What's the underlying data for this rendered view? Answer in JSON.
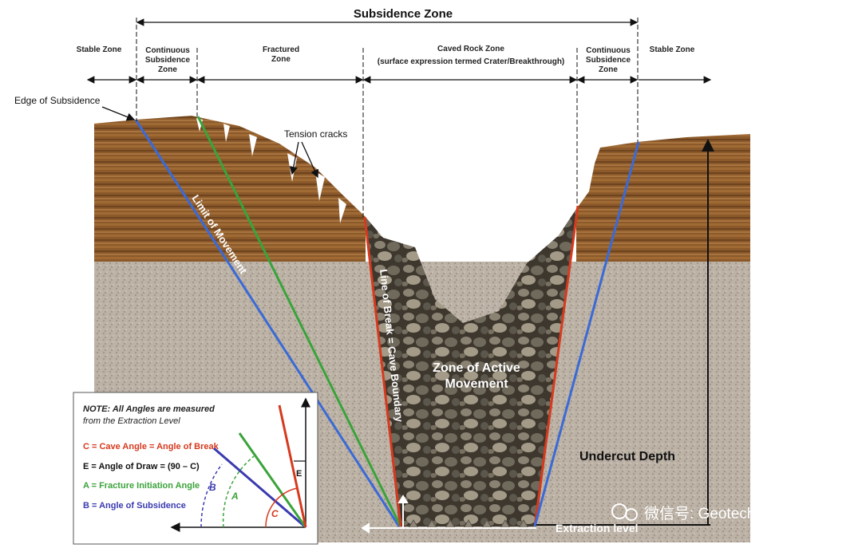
{
  "header": {
    "title": "Subsidence Zone"
  },
  "zones": {
    "stable_left": "Stable Zone",
    "continuous_left": [
      "Continuous",
      "Subsidence",
      "Zone"
    ],
    "fractured": [
      "Fractured",
      "Zone"
    ],
    "caved": [
      "Caved Rock Zone",
      "(surface expression termed Crater/Breakthrough)"
    ],
    "continuous_right": [
      "Continuous",
      "Subsidence",
      "Zone"
    ],
    "stable_right": "Stable Zone"
  },
  "labels": {
    "edge_of_subsidence": "Edge of Subsidence",
    "tension_cracks": "Tension cracks",
    "limit_of_movement": "Limit of Movement",
    "line_of_break": "Line of Break = Cave Boundary",
    "zone_active": [
      "Zone of Active",
      "Movement"
    ],
    "undercut_depth": "Undercut Depth",
    "extraction_level": "Extraction level"
  },
  "note": {
    "title_line1": "NOTE:  All Angles are measured",
    "title_line2": "from the Extraction Level",
    "legend": [
      {
        "text": "C = Cave Angle = Angle of Break",
        "color": "#d63a1e"
      },
      {
        "text": "E = Angle of Draw = (90 – C)",
        "color": "#111111"
      },
      {
        "text": "A = Fracture Initiation Angle",
        "color": "#3aa33a"
      },
      {
        "text": "B = Angle of Subsidence",
        "color": "#3a3ab0"
      }
    ],
    "angle_letters": {
      "b": "B",
      "a": "A",
      "c": "C",
      "e": "E"
    }
  },
  "watermark": "微信号: GeotechWu",
  "colors": {
    "limit_line": "#3a6ad6",
    "fracture_line": "#3aa33a",
    "break_line": "#d63a1e",
    "soil": "#8a5a2b",
    "rock": "#b8aea2"
  }
}
